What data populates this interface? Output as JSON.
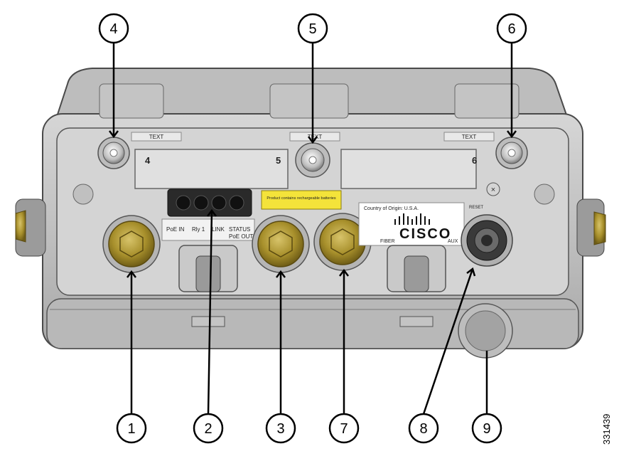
{
  "callouts": [
    "1",
    "2",
    "3",
    "7",
    "8",
    "9",
    "4",
    "5",
    "6"
  ],
  "panel_labels": {
    "text_4": "TEXT",
    "text_5": "TEXT",
    "text_6": "TEXT",
    "slot_4": "4",
    "slot_5": "5",
    "slot_6": "6",
    "led_labels": [
      "PoE IN",
      "Rly 1",
      "LINK",
      "STATUS"
    ],
    "led_labels_2": [
      "PoE OUT"
    ],
    "country": "Country of Origin: U.S.A.",
    "brand": "CISCO",
    "fiber": "FIBER",
    "aux": "AUX",
    "reset": "RESET",
    "warning": "Product contains rechargeable batteries"
  },
  "figure_id": "331439"
}
